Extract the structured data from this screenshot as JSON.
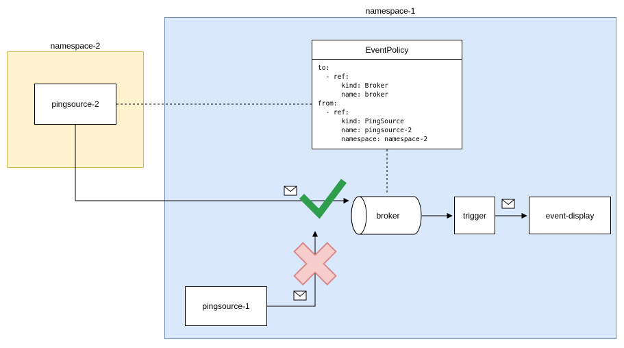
{
  "containers": {
    "namespace1": {
      "label": "namespace-1"
    },
    "namespace2": {
      "label": "namespace-2"
    }
  },
  "nodes": {
    "pingsource2": {
      "label": "pingsource-2"
    },
    "pingsource1": {
      "label": "pingsource-1"
    },
    "broker": {
      "label": "broker"
    },
    "trigger": {
      "label": "trigger"
    },
    "event_display": {
      "label": "event-display"
    },
    "event_policy": {
      "title": "EventPolicy",
      "yaml": "to:\n  - ref:\n      kind: Broker\n      name: broker\nfrom:\n  - ref:\n      kind: PingSource\n      name: pingsource-2\n      namespace: namespace-2"
    }
  },
  "icons": {
    "envelope": "message-envelope",
    "check": "allowed-check",
    "cross": "blocked-cross"
  },
  "colors": {
    "namespace1_fill": "#dae8fc",
    "namespace1_border": "#6c8ebf",
    "namespace2_fill": "#fff2cc",
    "namespace2_border": "#d6b656",
    "check_green": "#2e9e4c",
    "cross_fill": "#f8cecc",
    "cross_border": "#d98888",
    "node_fill": "#ffffff",
    "node_border": "#000000"
  }
}
